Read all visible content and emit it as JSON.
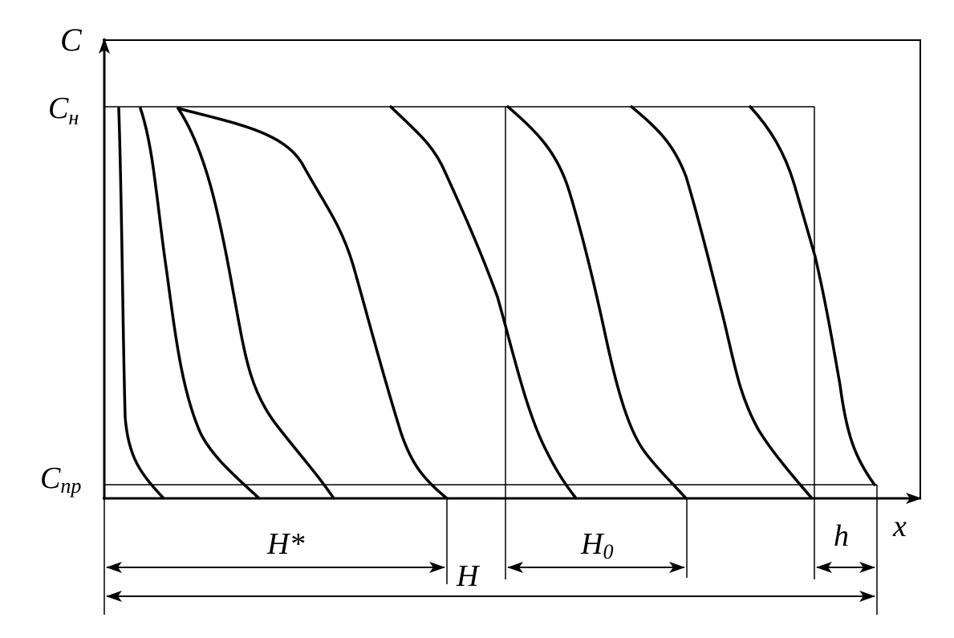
{
  "labels": {
    "axis_y": "C",
    "axis_x": "x",
    "c_n_main": "C",
    "c_n_sub": "н",
    "c_pr_main": "C",
    "c_pr_sub": "пр",
    "h_star": "H*",
    "h_total": "H",
    "h0_main": "H",
    "h0_sub": "0",
    "h_small": "h"
  },
  "colors": {
    "stroke": "#000000",
    "background": "#ffffff"
  }
}
